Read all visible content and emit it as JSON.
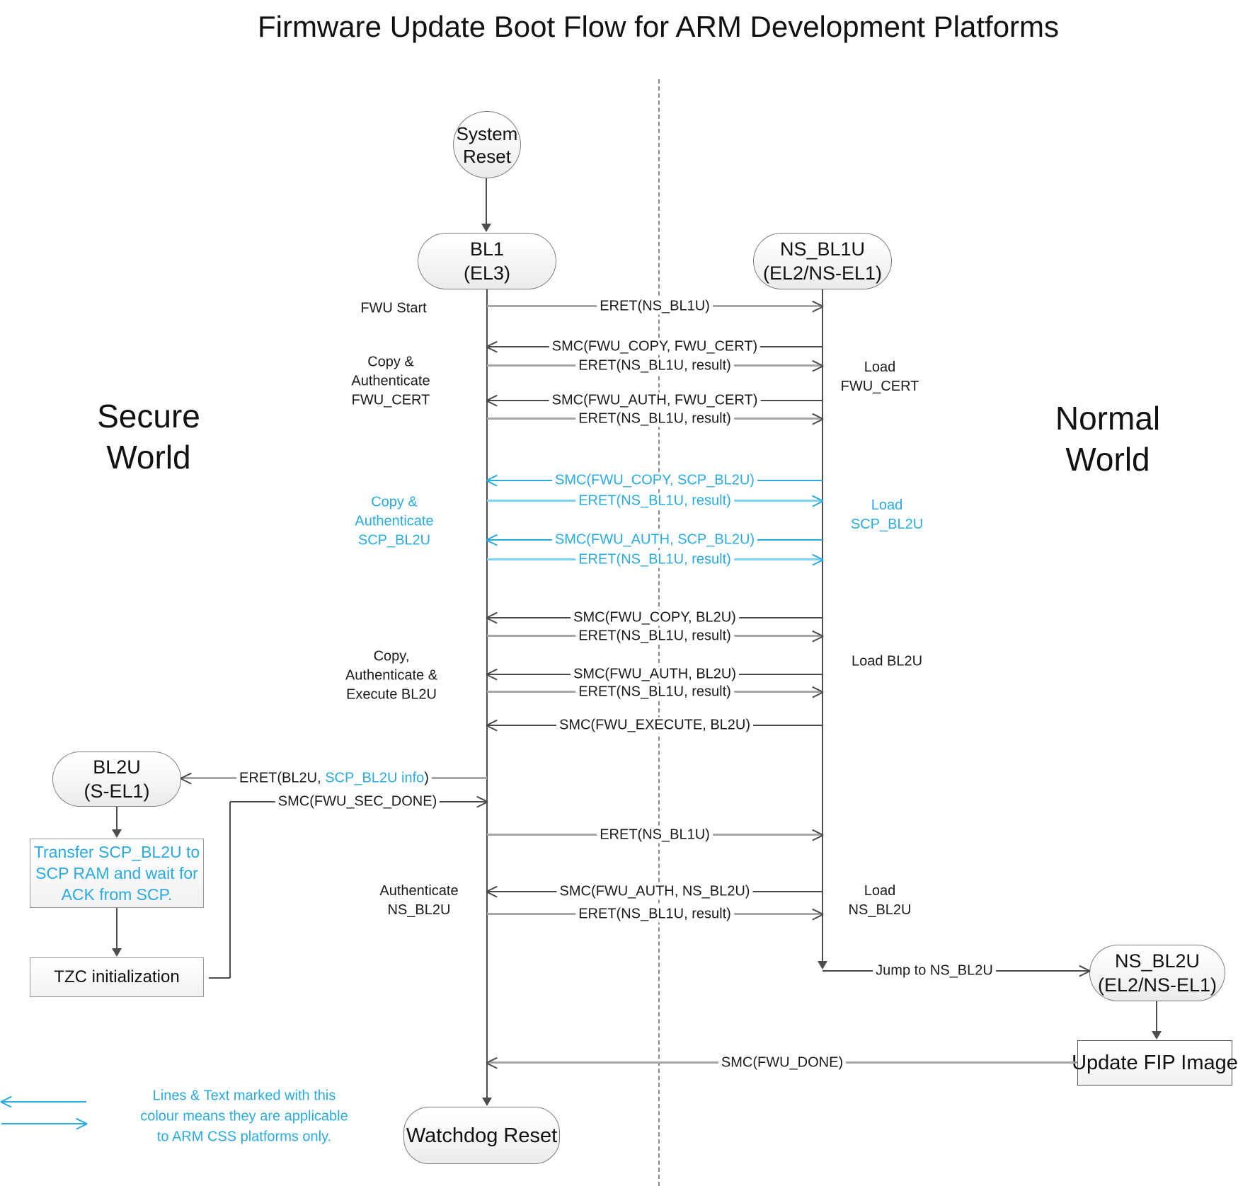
{
  "title": "Firmware Update Boot Flow for ARM Development Platforms",
  "colors": {
    "css_accent_blue": "#29abe2",
    "css_accent_blue_light": "#7ed3f7",
    "line_dark": "#4a4a4a",
    "line_grey": "#a6a6a6"
  },
  "worlds": {
    "secure_line1": "Secure",
    "secure_line2": "World",
    "normal_line1": "Normal",
    "normal_line2": "World"
  },
  "nodes": {
    "system_reset": {
      "line1": "System",
      "line2": "Reset"
    },
    "bl1": {
      "line1": "BL1",
      "line2": "(EL3)"
    },
    "ns_bl1u": {
      "line1": "NS_BL1U",
      "line2": "(EL2/NS-EL1)"
    },
    "bl2u": {
      "line1": "BL2U",
      "line2": "(S-EL1)"
    },
    "ns_bl2u": {
      "line1": "NS_BL2U",
      "line2": "(EL2/NS-EL1)"
    },
    "watchdog_reset": {
      "label": "Watchdog Reset"
    },
    "update_fip": {
      "label": "Update FIP Image"
    },
    "transfer_scp": {
      "line1": "Transfer SCP_BL2U to",
      "line2": "SCP RAM and wait for",
      "line3": "ACK from SCP."
    },
    "tzc_init": {
      "label": "TZC initialization"
    }
  },
  "messages": [
    {
      "label": "ERET(NS_BL1U)"
    },
    {
      "label": "SMC(FWU_COPY, FWU_CERT)"
    },
    {
      "label": "ERET(NS_BL1U, result)"
    },
    {
      "label": "SMC(FWU_AUTH, FWU_CERT)"
    },
    {
      "label": "ERET(NS_BL1U, result)"
    },
    {
      "label": "SMC(FWU_COPY, SCP_BL2U)"
    },
    {
      "label": "ERET(NS_BL1U, result)"
    },
    {
      "label": "SMC(FWU_AUTH, SCP_BL2U)"
    },
    {
      "label": "ERET(NS_BL1U, result)"
    },
    {
      "label": "SMC(FWU_COPY, BL2U)"
    },
    {
      "label": "ERET(NS_BL1U, result)"
    },
    {
      "label": "SMC(FWU_AUTH, BL2U)"
    },
    {
      "label": "ERET(NS_BL1U, result)"
    },
    {
      "label": "SMC(FWU_EXECUTE, BL2U)"
    },
    {
      "label": "ERET(NS_BL1U)"
    },
    {
      "label": "SMC(FWU_AUTH, NS_BL2U)"
    },
    {
      "label": "ERET(NS_BL1U, result)"
    }
  ],
  "special": {
    "eret_bl2u": {
      "prefix": "ERET(BL2U, ",
      "highlight": "SCP_BL2U info",
      "suffix": ")"
    },
    "smc_sec_done": "SMC(FWU_SEC_DONE)",
    "jump_ns_bl2u": "Jump to NS_BL2U",
    "smc_fwu_done": "SMC(FWU_DONE)"
  },
  "side_labels": {
    "fwu_start": "FWU Start",
    "copy_auth_fwu_cert": {
      "line1": "Copy &",
      "line2": "Authenticate",
      "line3": "FWU_CERT"
    },
    "load_fwu_cert": {
      "line1": "Load",
      "line2": "FWU_CERT"
    },
    "copy_auth_scp_bl2u": {
      "line1": "Copy &",
      "line2": "Authenticate",
      "line3": "SCP_BL2U"
    },
    "load_scp_bl2u": {
      "line1": "Load",
      "line2": "SCP_BL2U"
    },
    "copy_auth_exec_bl2u": {
      "line1": "Copy,",
      "line2": "Authenticate &",
      "line3": "Execute BL2U"
    },
    "load_bl2u": "Load BL2U",
    "auth_ns_bl2u": {
      "line1": "Authenticate",
      "line2": "NS_BL2U"
    },
    "load_ns_bl2u": {
      "line1": "Load",
      "line2": "NS_BL2U"
    }
  },
  "legend": {
    "line1": "Lines & Text marked with this",
    "line2": "colour means they are applicable",
    "line3": "to ARM CSS platforms only."
  }
}
